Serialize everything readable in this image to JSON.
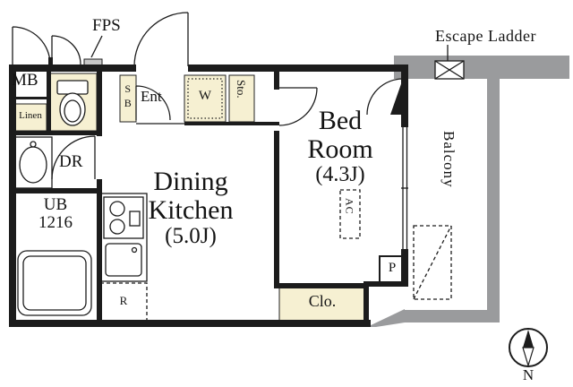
{
  "plan": {
    "labels": {
      "fps": "FPS",
      "mb": "MB",
      "escape_ladder": "Escape Ladder",
      "sb": "SB",
      "ent": "Ent",
      "washer": "W",
      "storage": "Sto.",
      "linen": "Linen",
      "dressing": "DR",
      "unit_bath_line1": "UB",
      "unit_bath_line2": "1216",
      "dining_line1": "Dining",
      "dining_line2": "Kitchen",
      "dining_size": "(5.0J)",
      "bed_line1": "Bed",
      "bed_line2": "Room",
      "bed_size": "(4.3J)",
      "ac": "AC",
      "closet": "Clo.",
      "pipe_space": "P",
      "balcony": "Balcony",
      "fridge": "R",
      "compass_north": "N"
    },
    "colors": {
      "wall": "#1c1c1c",
      "cream": "#f6f0d2",
      "gray": "#9a9b9d"
    }
  }
}
